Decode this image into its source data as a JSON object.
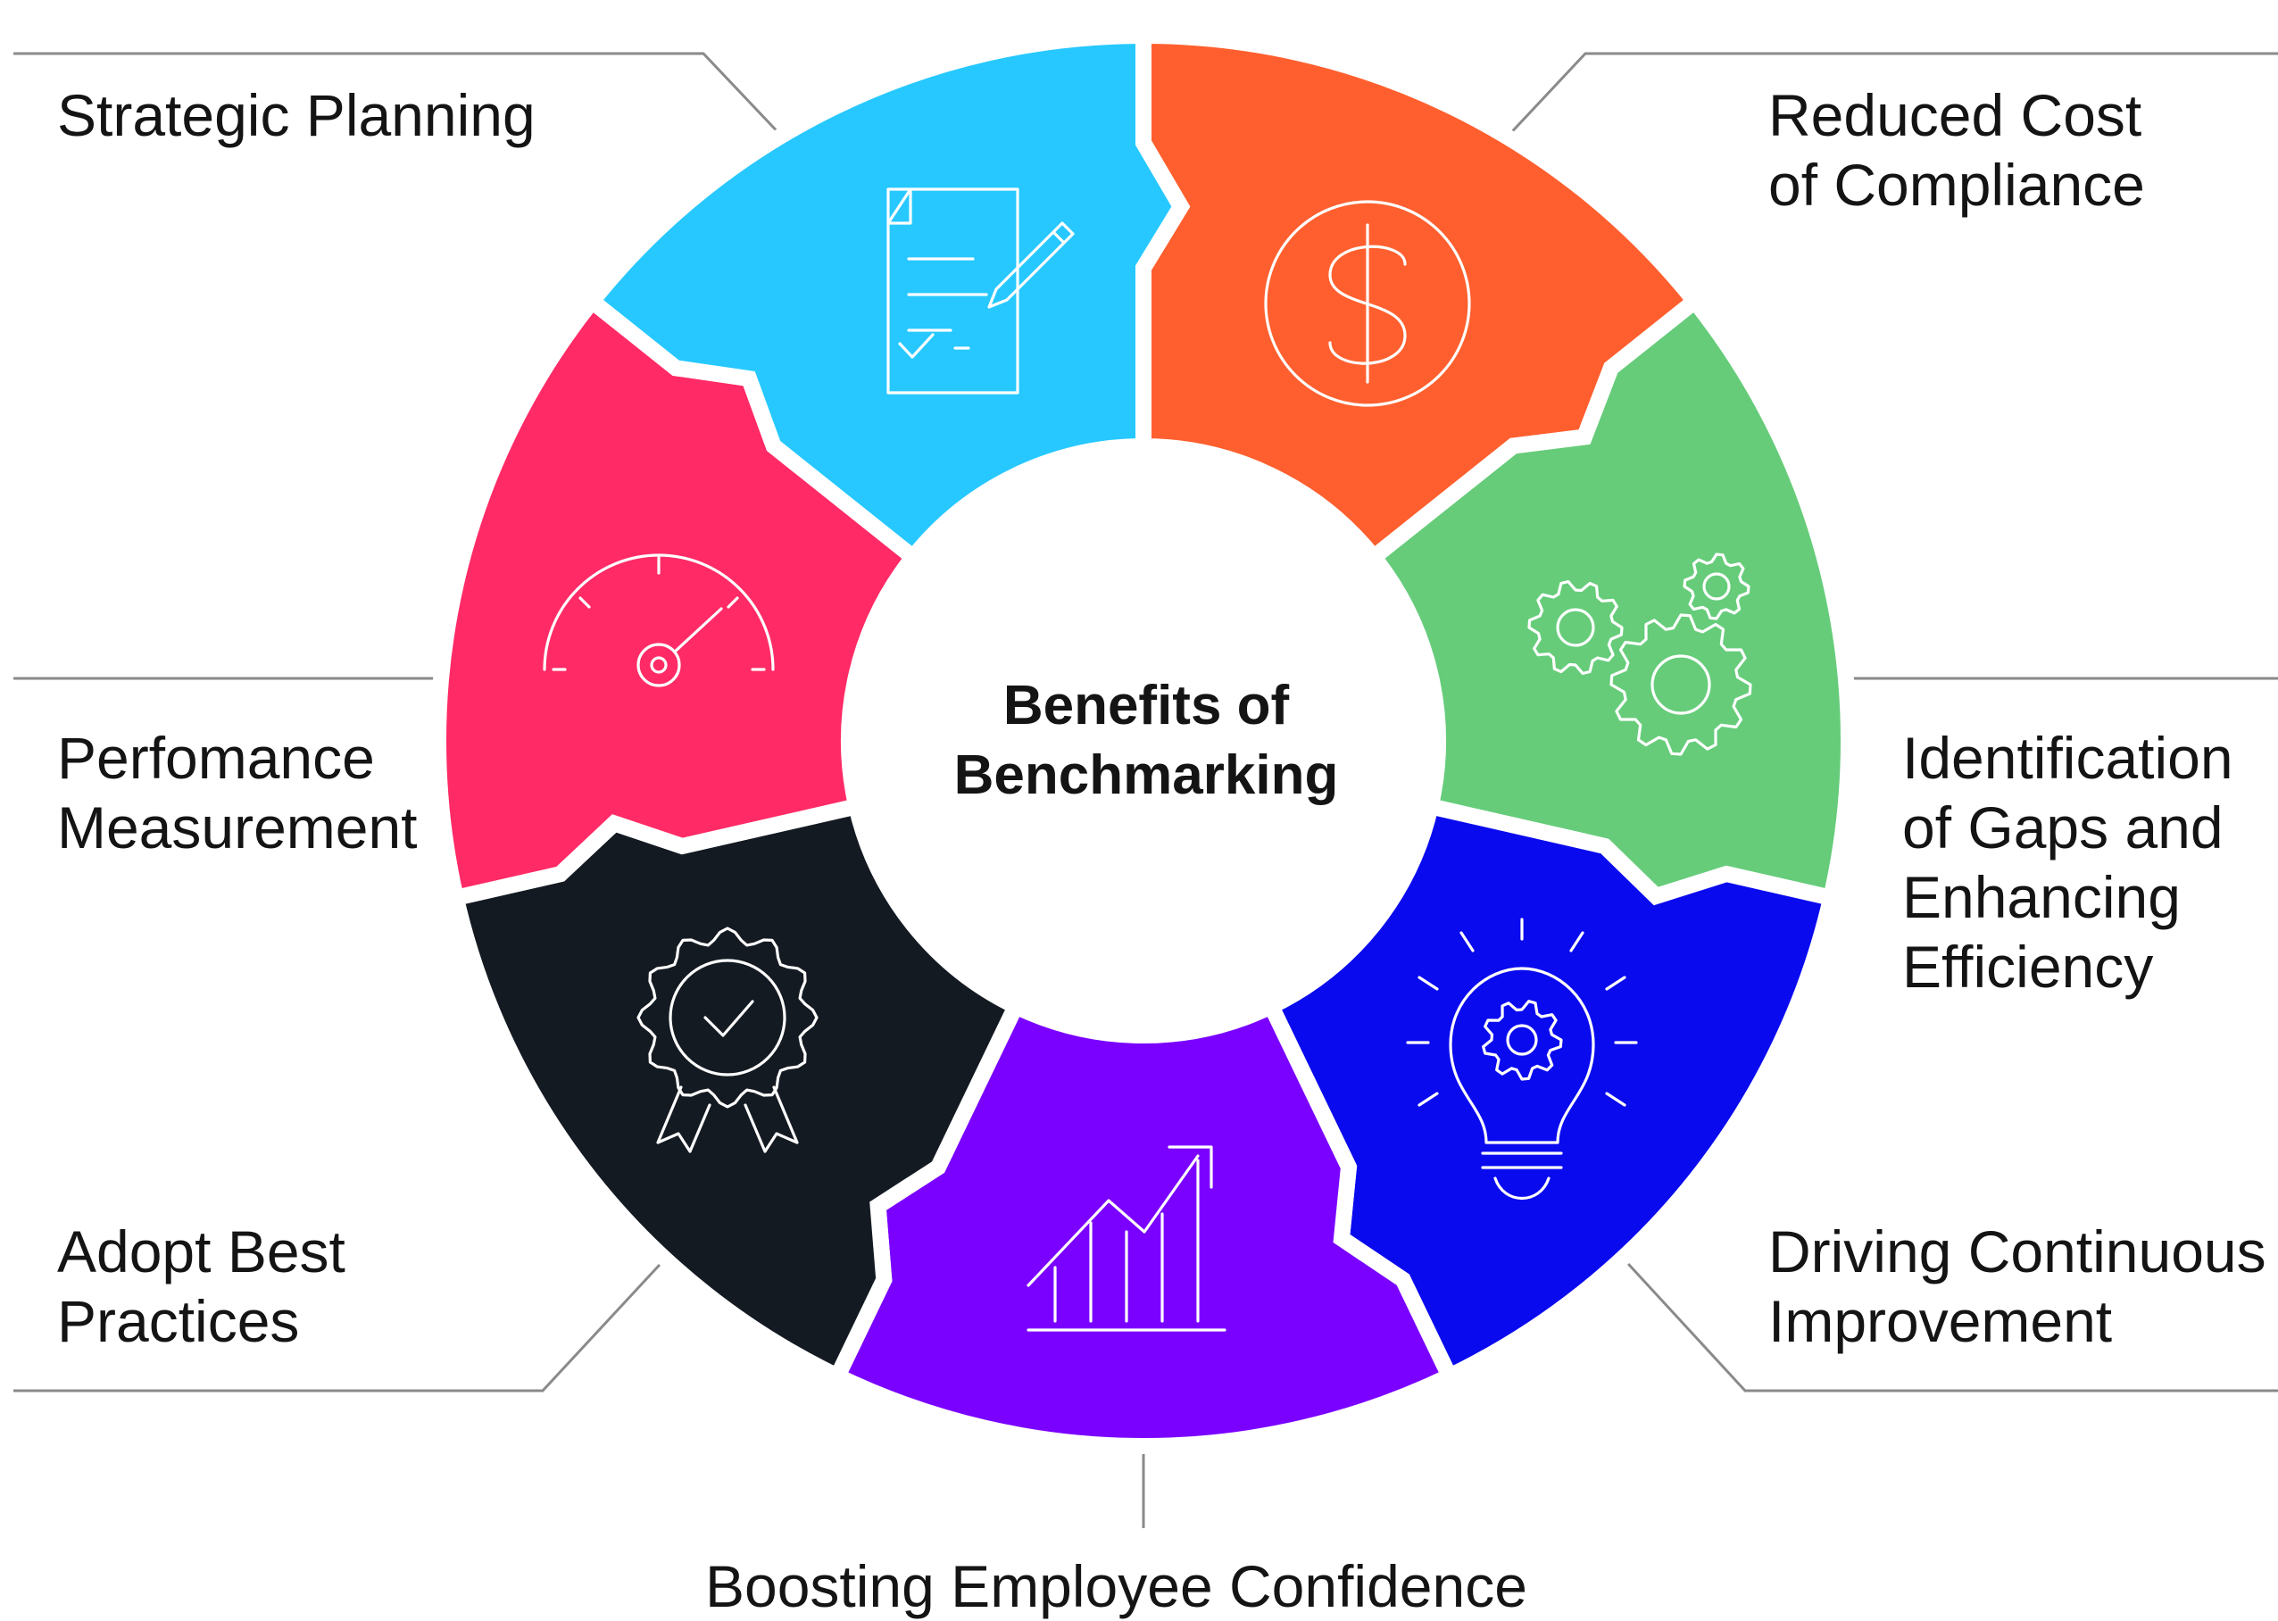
{
  "title": "Benefits\nof Benchmarking",
  "segments": [
    {
      "label": "Strategic Planning",
      "color": "#FF5F2E",
      "icon": "document-pen-icon"
    },
    {
      "label": "Reduced Cost\nof Compliance",
      "color": "#66CC7A",
      "icon": "dollar-coin-icon"
    },
    {
      "label": "Identification\nof Gaps and\nEnhancing\nEfficiency",
      "color": "#0A0AEE",
      "icon": "gears-icon"
    },
    {
      "label": "Driving Continuous\nImprovement",
      "color": "#7A00FF",
      "icon": "lightbulb-gear-icon"
    },
    {
      "label": "Boosting Employee Confidence",
      "color": "#141A22",
      "icon": "growth-chart-icon"
    },
    {
      "label": "Adopt Best\nPractices",
      "color": "#FF2A66",
      "icon": "award-badge-icon"
    },
    {
      "label": "Perfomance\nMeasurement",
      "color": "#26C8FF",
      "icon": "speedometer-icon"
    }
  ]
}
